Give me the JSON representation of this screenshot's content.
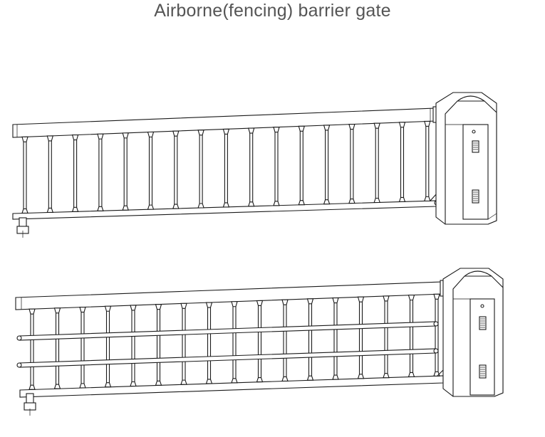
{
  "title": "Airborne(fencing) barrier gate",
  "colors": {
    "line": "#1a1a1a",
    "title": "#555555",
    "background": "#ffffff"
  },
  "figures": [
    {
      "name": "barrier-gate-vertical-bars",
      "horizontal_rails": 0
    },
    {
      "name": "barrier-gate-grid-fence",
      "horizontal_rails": 2
    }
  ]
}
